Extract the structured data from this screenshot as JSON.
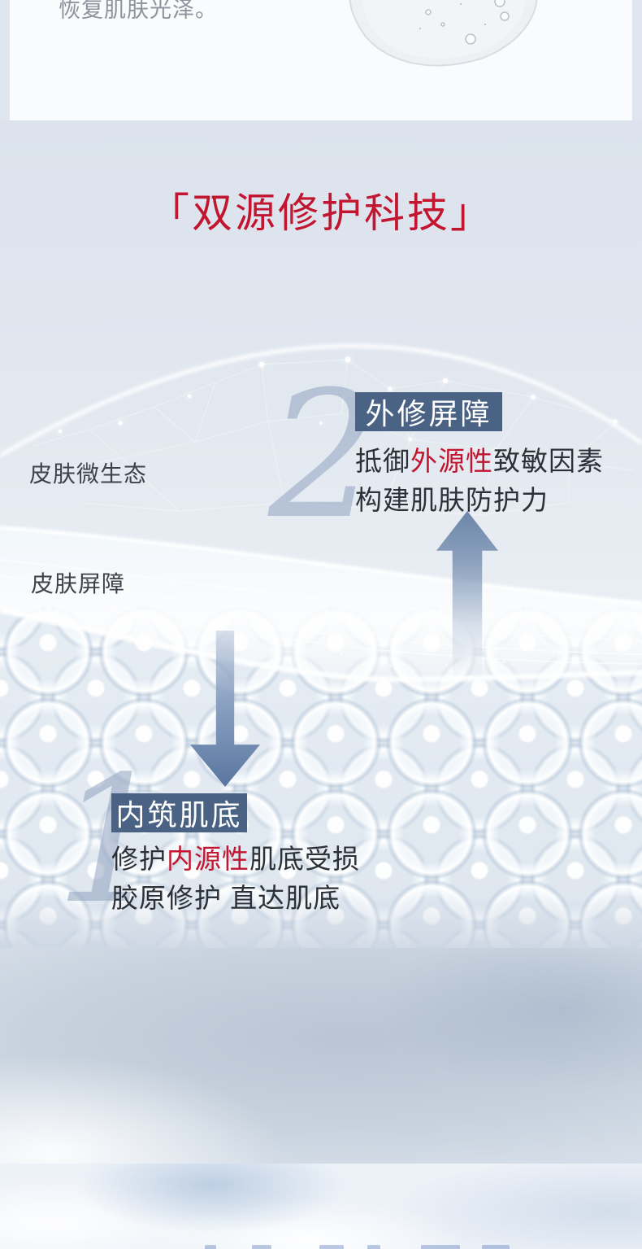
{
  "top_card": {
    "tail_text": "恢复肌肤光泽。"
  },
  "module": {
    "title": "「双源修护科技」",
    "labels": {
      "microbiome": "皮肤微生态",
      "barrier": "皮肤屏障"
    },
    "step2": {
      "number": "2",
      "heading": "外修屏障",
      "line1_pre": "抵御",
      "line1_accent": "外源性",
      "line1_post": "致敏因素",
      "line2": "构建肌肤防护力"
    },
    "step1": {
      "number": "1",
      "heading": "内筑肌底",
      "line1_pre": "修护",
      "line1_accent": "内源性",
      "line1_post": "肌底受损",
      "line2": "胶原修护 直达肌底"
    }
  },
  "colors": {
    "accent_red": "#c2152f",
    "box_blue": "#4a6385",
    "arrow_blue": "#7b93b4",
    "text_dark": "#2c3037",
    "text_gray": "#8e949d",
    "page_bg": "#dfe6ef"
  }
}
